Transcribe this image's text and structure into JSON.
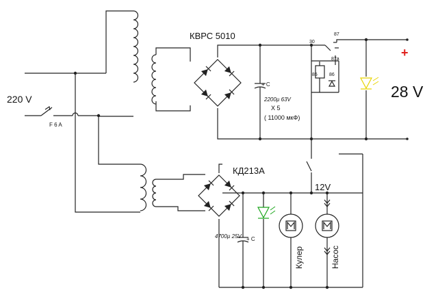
{
  "labels": {
    "mains_voltage": "220 V",
    "fuse": "F  6 A",
    "bridge_main": "КВРС 5010",
    "bridge_aux": "КД213А",
    "cap_main_value": "2200µ 63V",
    "cap_main_count": "X 5",
    "cap_main_total": "( 11000 мкФ)",
    "cap_aux_value": "4700µ 25V",
    "cap_plus": "+ C",
    "relay_pin_30": "30",
    "relay_pin_87": "87",
    "relay_pin_87a": "87a",
    "relay_pin_85": "85",
    "relay_pin_86": "86",
    "output_plus": "+",
    "output_voltage": "28 V",
    "aux_voltage": "12V",
    "cooler": "Кулер",
    "pump": "Насос"
  },
  "colors": {
    "wire": "#222222",
    "plus_sign": "#e0201c",
    "led_yellow": "#e8d400",
    "led_green": "#1aa51a"
  }
}
